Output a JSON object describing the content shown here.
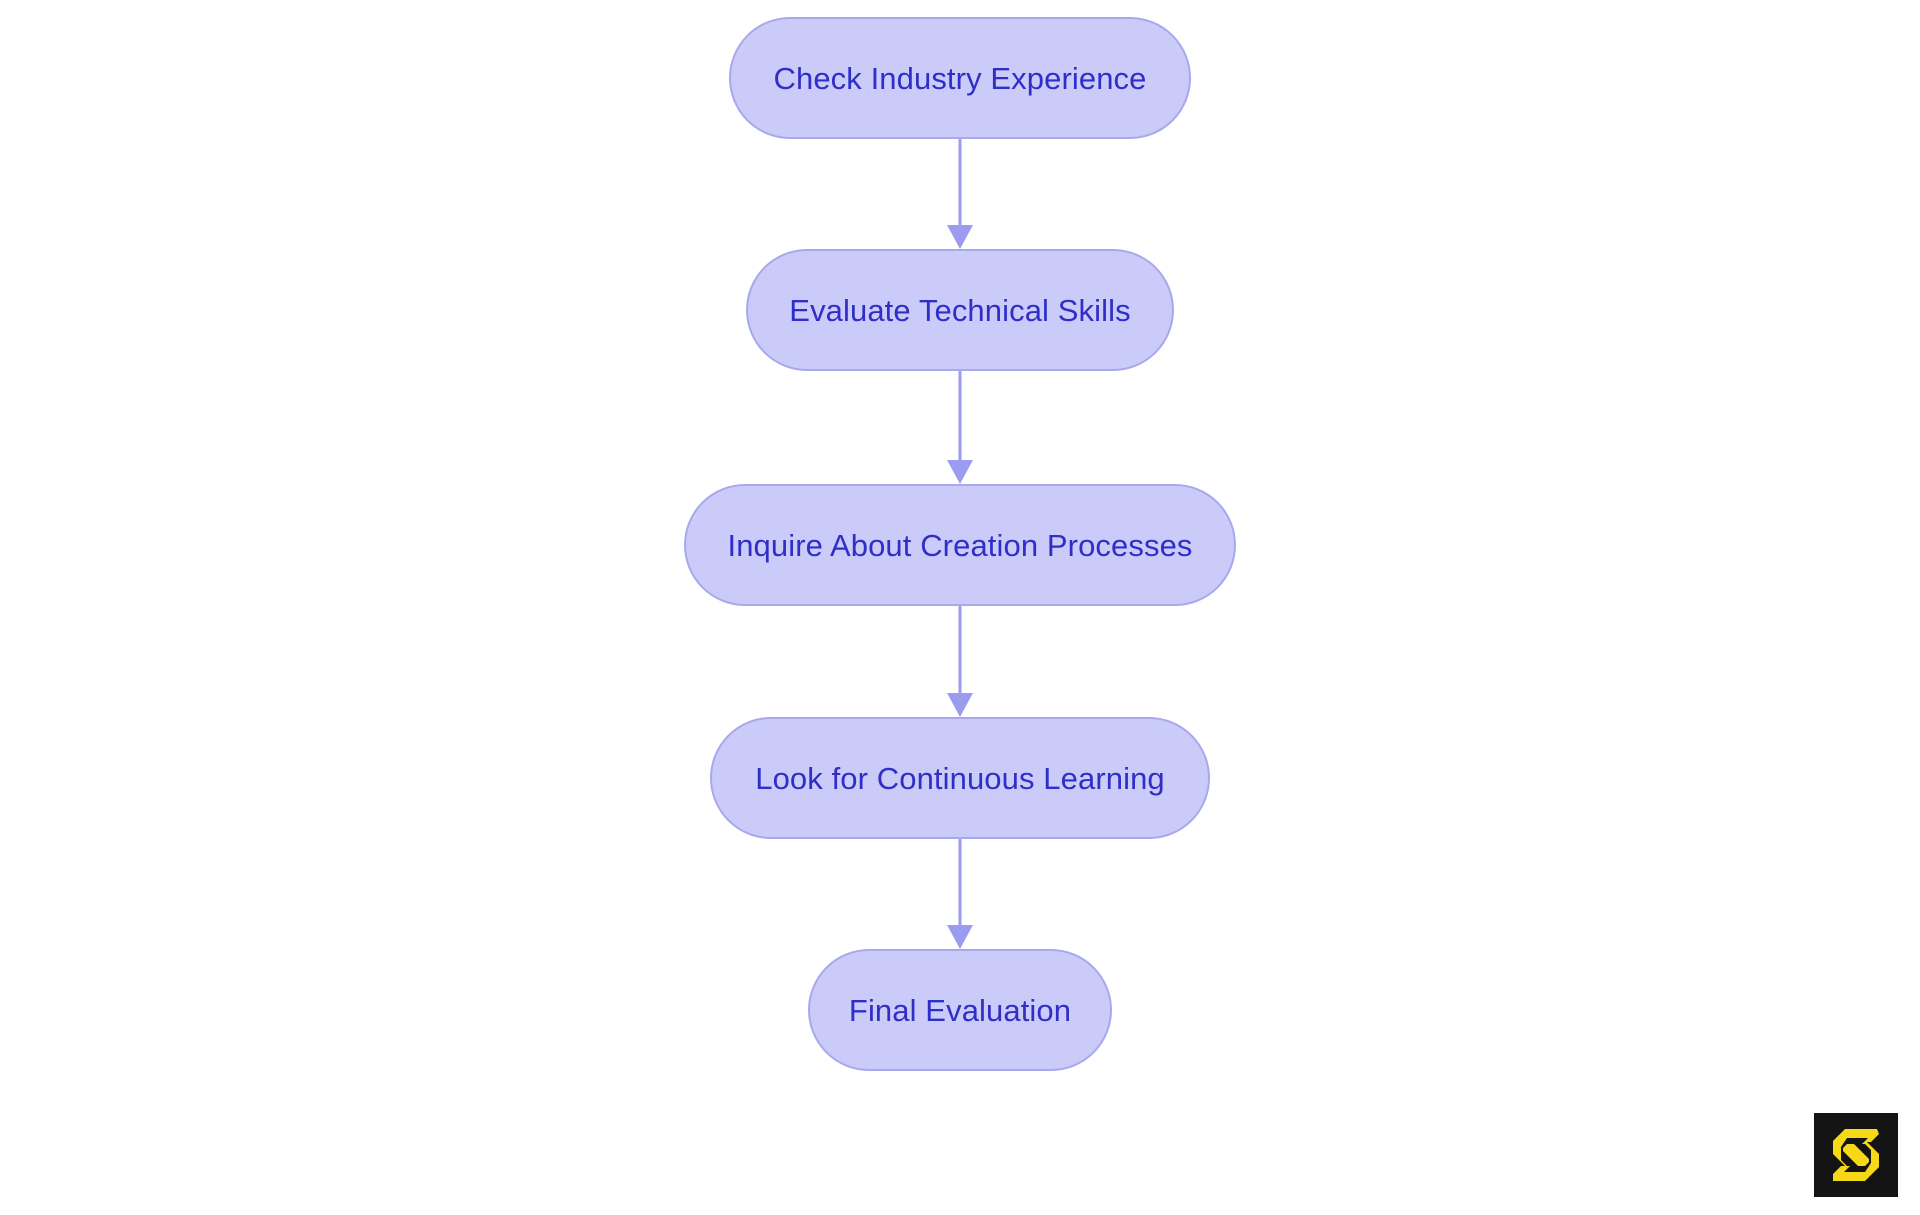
{
  "diagram": {
    "type": "flowchart",
    "orientation": "top-to-bottom",
    "background_color": "#FFFFFF",
    "node_fill_color": "#CBCBFA",
    "node_border_color": "#A8A8ED",
    "node_text_color": "#2F2FC8",
    "connector_color": "#9B9BF0",
    "nodes": [
      {
        "id": "check-industry-experience",
        "label": "Check Industry Experience"
      },
      {
        "id": "evaluate-technical-skills",
        "label": "Evaluate Technical Skills"
      },
      {
        "id": "inquire-creation-processes",
        "label": "Inquire About Creation Processes"
      },
      {
        "id": "look-continuous-learning",
        "label": "Look for Continuous Learning"
      },
      {
        "id": "final-evaluation",
        "label": "Final Evaluation"
      }
    ],
    "connectors": [
      {
        "id": "arrow-1",
        "from": "check-industry-experience",
        "to": "evaluate-technical-skills",
        "icon": "arrow-down-icon"
      },
      {
        "id": "arrow-2",
        "from": "evaluate-technical-skills",
        "to": "inquire-creation-processes",
        "icon": "arrow-down-icon"
      },
      {
        "id": "arrow-3",
        "from": "inquire-creation-processes",
        "to": "look-continuous-learning",
        "icon": "arrow-down-icon"
      },
      {
        "id": "arrow-4",
        "from": "look-continuous-learning",
        "to": "final-evaluation",
        "icon": "arrow-down-icon"
      }
    ]
  },
  "logo": {
    "icon": "letter-s-logo-icon",
    "mark_color": "#F5D916",
    "background_color": "#141414"
  }
}
